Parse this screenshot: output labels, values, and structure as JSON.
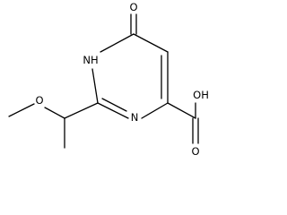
{
  "molecule": {
    "atoms": {
      "carbonyl_oxygen": "O",
      "ring_nh": "NH",
      "ring_n": "N",
      "methoxy_oxygen": "O",
      "acid_hydroxyl": "OH",
      "acid_carbonyl_oxygen": "O"
    }
  }
}
